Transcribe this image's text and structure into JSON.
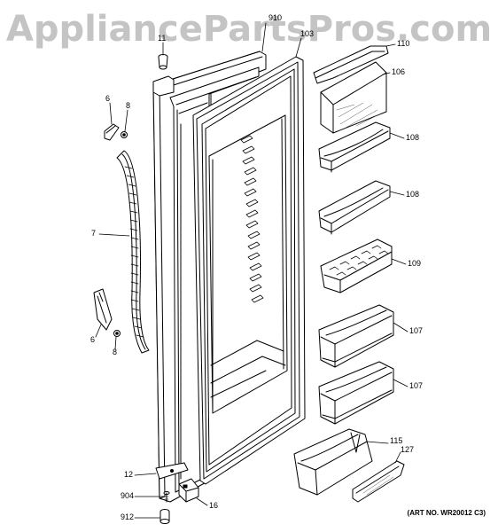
{
  "watermark": "AppliancePartsPros.com",
  "art_number": "(ART NO. WR20012 C3)",
  "parts": {
    "p910": "910",
    "p103": "103",
    "p110": "110",
    "p11": "11",
    "p106": "106",
    "p6a": "6",
    "p8a": "8",
    "p108a": "108",
    "p108b": "108",
    "p7": "7",
    "p109": "109",
    "p6b": "6",
    "p8b": "8",
    "p107a": "107",
    "p107b": "107",
    "p115": "115",
    "p127": "127",
    "p12": "12",
    "p904": "904",
    "p16": "16",
    "p912": "912"
  }
}
